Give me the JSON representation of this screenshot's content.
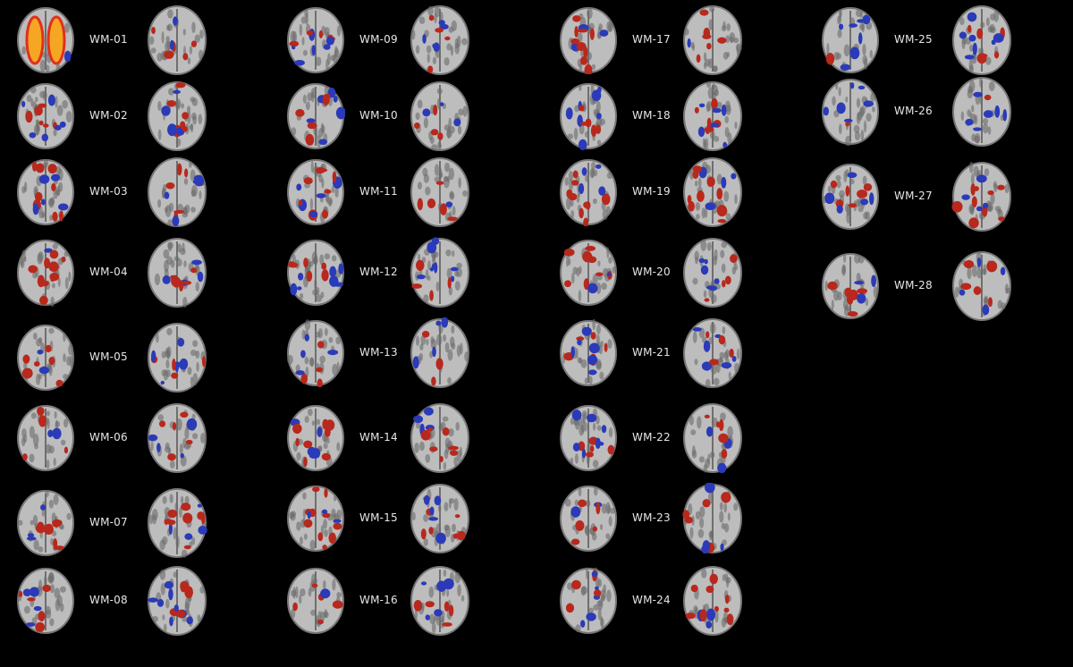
{
  "figure": {
    "panels": [
      {
        "label": "WM-01"
      },
      {
        "label": "WM-02"
      },
      {
        "label": "WM-03"
      },
      {
        "label": "WM-04"
      },
      {
        "label": "WM-05"
      },
      {
        "label": "WM-06"
      },
      {
        "label": "WM-07"
      },
      {
        "label": "WM-08"
      },
      {
        "label": "WM-09"
      },
      {
        "label": "WM-10"
      },
      {
        "label": "WM-11"
      },
      {
        "label": "WM-12"
      },
      {
        "label": "WM-13"
      },
      {
        "label": "WM-14"
      },
      {
        "label": "WM-15"
      },
      {
        "label": "WM-16"
      },
      {
        "label": "WM-17"
      },
      {
        "label": "WM-18"
      },
      {
        "label": "WM-19"
      },
      {
        "label": "WM-20"
      },
      {
        "label": "WM-21"
      },
      {
        "label": "WM-22"
      },
      {
        "label": "WM-23"
      },
      {
        "label": "WM-24"
      },
      {
        "label": "WM-25"
      },
      {
        "label": "WM-26"
      },
      {
        "label": "WM-27"
      },
      {
        "label": "WM-28"
      }
    ],
    "colors": {
      "background": "#000000",
      "positive": "#b8281c",
      "negative": "#2a3ab8",
      "highlight": "#f5a623",
      "brain": "#bdbdbd"
    }
  }
}
